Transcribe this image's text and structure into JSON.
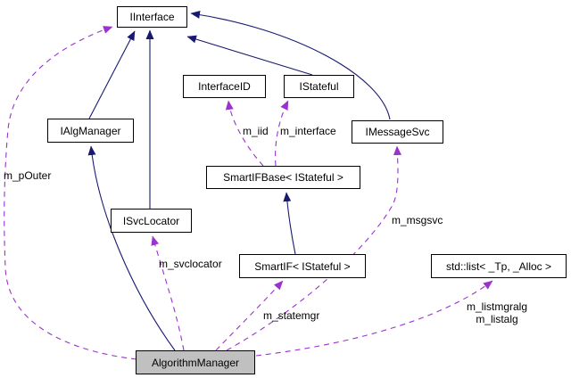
{
  "diagram": {
    "type": "collaboration-graph",
    "nodes": [
      {
        "id": "IInterface",
        "label": "IInterface"
      },
      {
        "id": "IAlgManager",
        "label": "IAlgManager"
      },
      {
        "id": "InterfaceID",
        "label": "InterfaceID"
      },
      {
        "id": "IStateful",
        "label": "IStateful"
      },
      {
        "id": "IMessageSvc",
        "label": "IMessageSvc"
      },
      {
        "id": "SmartIFBase",
        "label": "SmartIFBase< IStateful >"
      },
      {
        "id": "ISvcLocator",
        "label": "ISvcLocator"
      },
      {
        "id": "SmartIF",
        "label": "SmartIF< IStateful >"
      },
      {
        "id": "stdlist",
        "label": "std::list< _Tp, _Alloc >"
      },
      {
        "id": "AlgorithmManager",
        "label": "AlgorithmManager",
        "highlighted": true
      }
    ],
    "edge_labels": {
      "m_pOuter": "m_pOuter",
      "m_iid": "m_iid",
      "m_interface": "m_interface",
      "m_msgsvc": "m_msgsvc",
      "m_svclocator": "m_svclocator",
      "m_statemgr": "m_statemgr",
      "m_listmgralg": "m_listmgralg",
      "m_listalg": "m_listalg"
    },
    "colors": {
      "inheritance": "#191970",
      "usage": "#9a32cd",
      "node_fill": "#ffffff",
      "node_border": "#000000",
      "highlight_fill": "#c0c0c0",
      "text": "#000000"
    }
  }
}
